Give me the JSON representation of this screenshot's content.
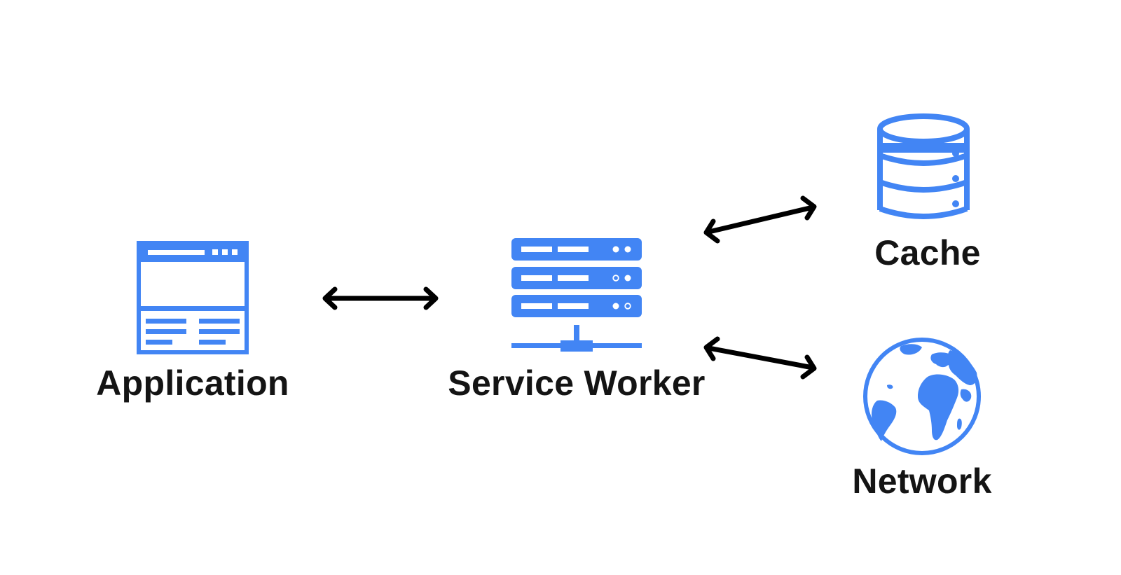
{
  "diagram": {
    "nodes": {
      "application": {
        "label": "Application",
        "icon": "browser-window-icon"
      },
      "service_worker": {
        "label": "Service Worker",
        "icon": "server-stack-icon"
      },
      "cache": {
        "label": "Cache",
        "icon": "database-icon"
      },
      "network": {
        "label": "Network",
        "icon": "globe-icon"
      }
    },
    "edges": [
      {
        "from": "application",
        "to": "service_worker",
        "direction": "bidirectional"
      },
      {
        "from": "service_worker",
        "to": "cache",
        "direction": "bidirectional"
      },
      {
        "from": "service_worker",
        "to": "network",
        "direction": "bidirectional"
      }
    ],
    "colors": {
      "icon": "#4285f4",
      "arrow": "#000000",
      "text": "#141414",
      "background": "#ffffff"
    }
  }
}
